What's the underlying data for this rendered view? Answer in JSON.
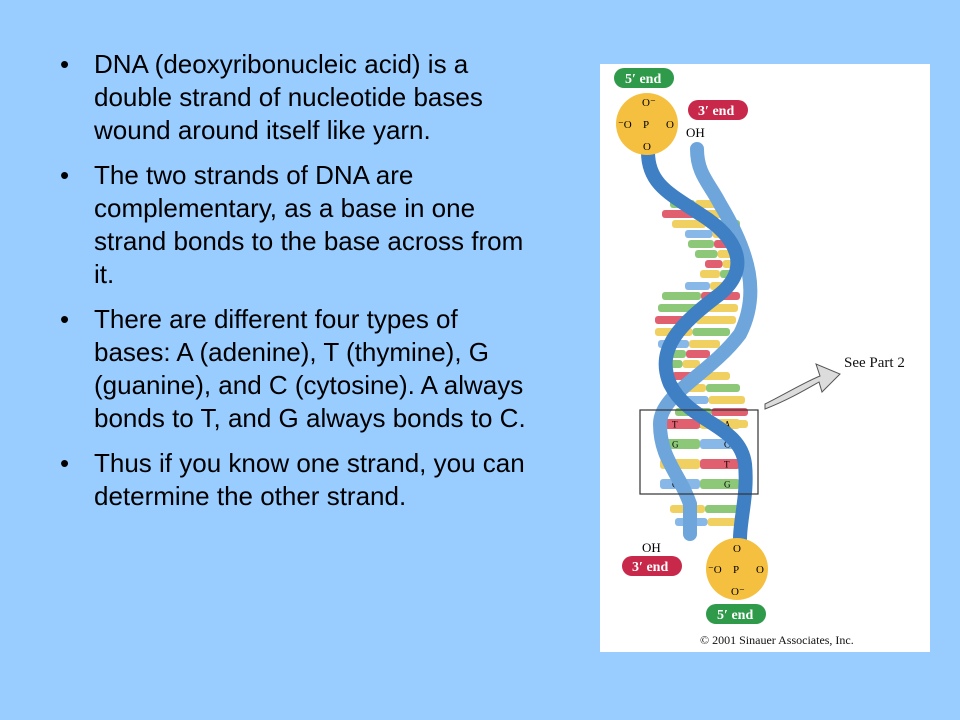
{
  "bullets": [
    "DNA (deoxyribonucleic acid) is a double strand of nucleotide bases wound around itself like yarn.",
    "The two strands of DNA are complementary, as a base in one strand bonds to the base across from it.",
    "There are different four types of bases: A (adenine), T (thymine), G (guanine), and C (cytosine).  A always bonds to T, and G always bonds to C.",
    "Thus if you know one strand, you can determine the other strand."
  ],
  "figure": {
    "top_5prime": "5′ end",
    "top_3prime": "3′ end",
    "top_oh": "OH",
    "bottom_oh": "OH",
    "bottom_3prime": "3′ end",
    "bottom_5prime": "5′ end",
    "phosphate": {
      "o": "O",
      "o_minus": "O⁻",
      "minus_o": "⁻O",
      "p": "P",
      "dash": "—",
      "eq": "="
    },
    "see_part": "See Part 2",
    "base_pairs": [
      [
        "T",
        "A"
      ],
      [
        "G",
        "C"
      ],
      [
        "A",
        "T"
      ],
      [
        "C",
        "G"
      ]
    ],
    "copyright": "© 2001 Sinauer Associates, Inc."
  },
  "colors": {
    "background": "#99ccff",
    "strand": "#4a86c8",
    "five_prime_badge": "#2e9a4a",
    "three_prime_badge": "#c8284a",
    "phosphate": "#f5c040",
    "base_green": "#8cc878",
    "base_yellow": "#f0d060",
    "base_red": "#e06070",
    "base_blue": "#88b8e8"
  }
}
